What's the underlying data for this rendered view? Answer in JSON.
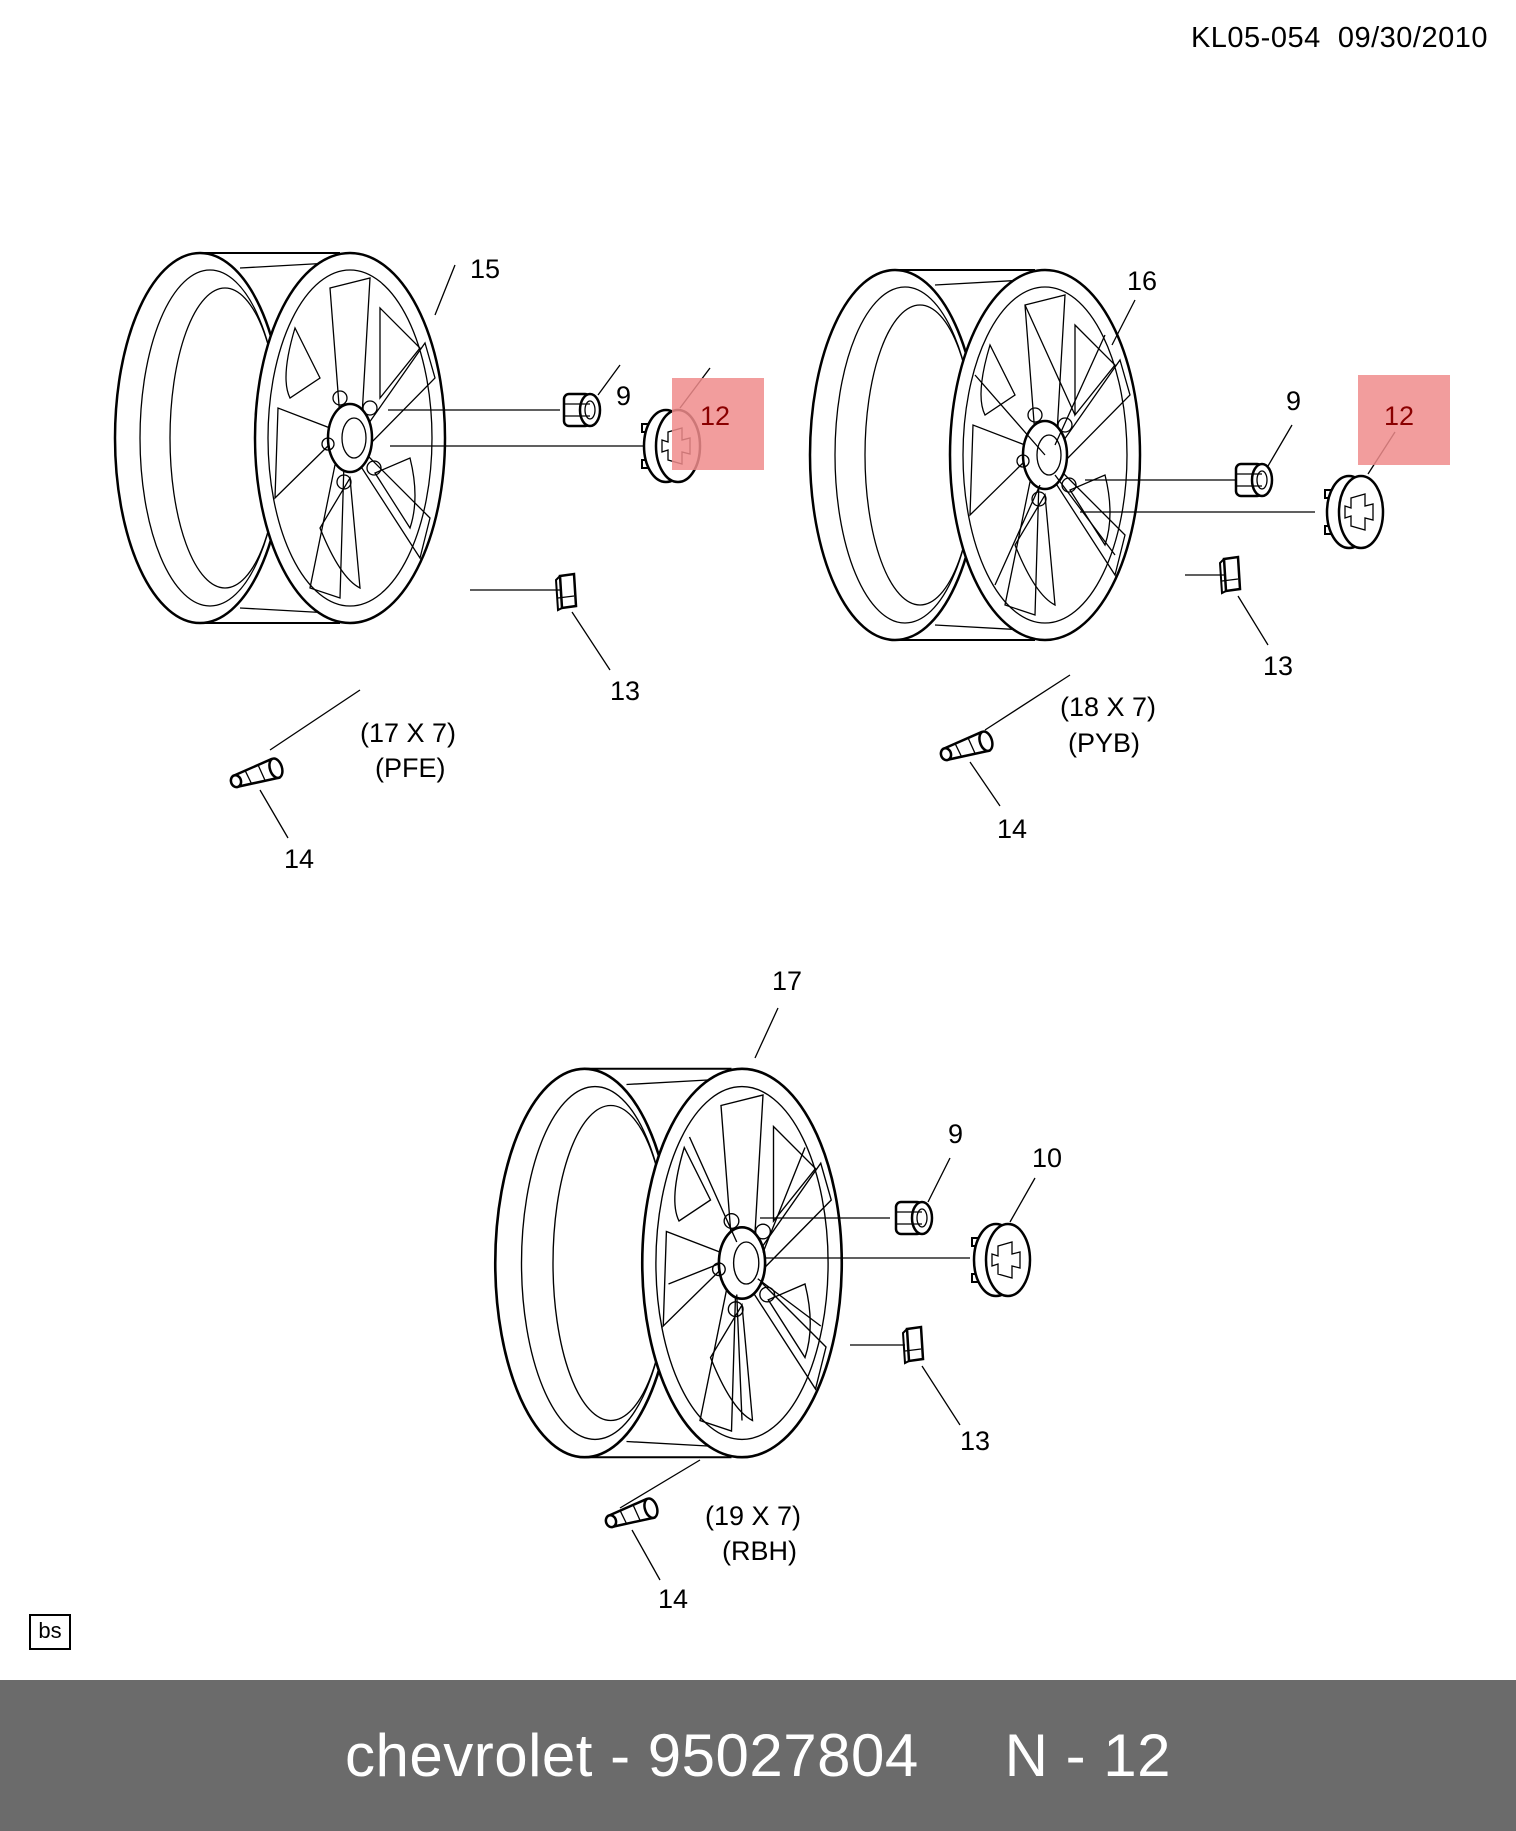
{
  "document": {
    "id": "KL05-054",
    "date": "09/30/2010"
  },
  "wheels": [
    {
      "part_ref": "15",
      "size": "(17 X 7)",
      "code": "(PFE)",
      "callouts": {
        "nut": "9",
        "cap": "12",
        "weight": "13",
        "valve": "14"
      },
      "cap_highlighted": true
    },
    {
      "part_ref": "16",
      "size": "(18 X 7)",
      "code": "(PYB)",
      "callouts": {
        "nut": "9",
        "cap": "12",
        "weight": "13",
        "valve": "14"
      },
      "cap_highlighted": true
    },
    {
      "part_ref": "17",
      "size": "(19 X 7)",
      "code": "(RBH)",
      "callouts": {
        "nut": "9",
        "cap": "10",
        "weight": "13",
        "valve": "14"
      },
      "cap_highlighted": false
    }
  ],
  "highlight_color": "#f08c8c",
  "corner_tag": "bs",
  "banner": {
    "brand": "chevrolet",
    "part_number": "95027804",
    "position": "N - 12",
    "text": "chevrolet - 95027804     N - 12",
    "background": "#6b6b6b"
  }
}
